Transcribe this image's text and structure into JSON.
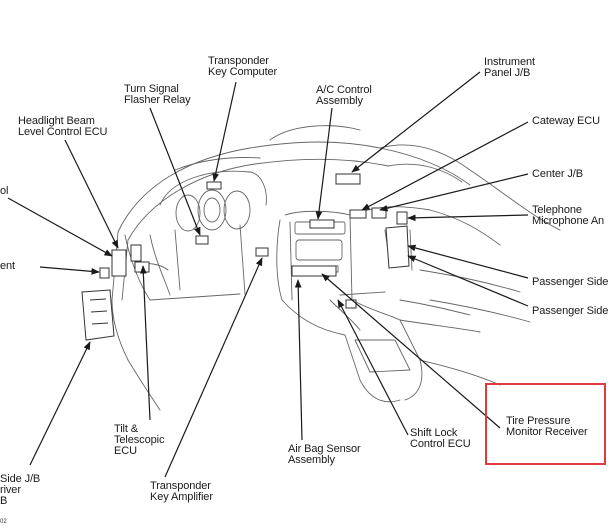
{
  "labels": {
    "transponder_key_computer": "Transponder\nKey Computer",
    "turn_signal_flasher_relay": "Turn Signal\nFlasher Relay",
    "headlight_beam_ecu": "Headlight Beam\nLevel Control ECU",
    "ac_control_assembly": "A/C Control\nAssembly",
    "instrument_panel_jb": "Instrument\nPanel J/B",
    "gateway_ecu": "Cateway ECU",
    "center_jb": "Center J/B",
    "telephone_microphone": "Telephone\nMicrophone An",
    "passenger_side_1": "Passenger Side",
    "passenger_side_2": "Passenger Side",
    "left_partial_1": "ol",
    "left_partial_2": "ent",
    "tilt_telescopic_ecu": "Tilt &\nTelescopic\nECU",
    "air_bag_sensor": "Air Bag Sensor\nAssembly",
    "shift_lock_ecu": "Shift Lock\nControl ECU",
    "tire_pressure_receiver": "Tire Pressure\nMonitor Receiver",
    "transponder_key_amplifier": "Transponder\nKey Amplifier",
    "side_jb_partial": "Side J/B\nriver\nB",
    "corner_code": "02"
  },
  "highlight": {
    "color": "#e0393e",
    "target": "tire_pressure_receiver"
  },
  "colors": {
    "line": "#2a2a2a",
    "sketch": "#555555"
  }
}
